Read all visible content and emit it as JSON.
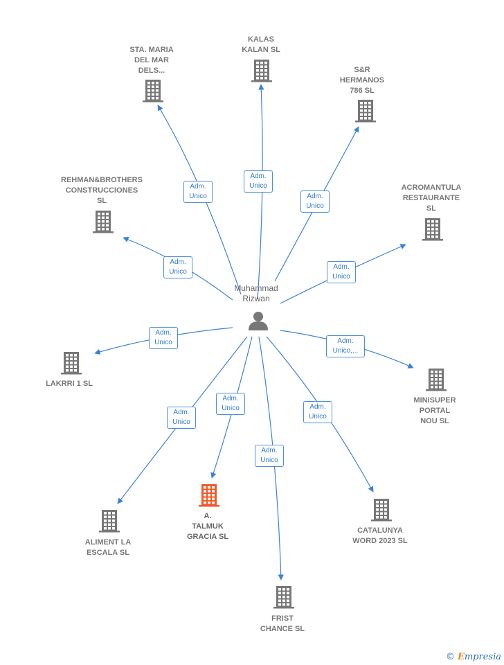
{
  "center": {
    "id": "person",
    "label": "Muhammad\nRizwan",
    "icon": "person-icon"
  },
  "nodes": [
    {
      "id": "kalas",
      "label": "KALAS\nKALAN  SL",
      "icon": "building-icon",
      "color": "#777777"
    },
    {
      "id": "stamaria",
      "label": "STA.  MARIA\nDEL MAR\nDELS...",
      "icon": "building-icon",
      "color": "#777777"
    },
    {
      "id": "sr",
      "label": "S&R\nHERMANOS\n786  SL",
      "icon": "building-icon",
      "color": "#777777"
    },
    {
      "id": "rehman",
      "label": "REHMAN&BROTHERS\nCONSTRUCCIONES\nSL",
      "icon": "building-icon",
      "color": "#777777"
    },
    {
      "id": "acromantula",
      "label": "ACROMANTULA\nRESTAURANTE\nSL",
      "icon": "building-icon",
      "color": "#777777"
    },
    {
      "id": "lakrri",
      "label": "LAKRRI 1  SL",
      "icon": "building-icon",
      "color": "#777777"
    },
    {
      "id": "minisuper",
      "label": "MINISUPER\nPORTAL\nNOU  SL",
      "icon": "building-icon",
      "color": "#777777"
    },
    {
      "id": "aliment",
      "label": "ALIMENT LA\nESCALA  SL",
      "icon": "building-icon",
      "color": "#777777"
    },
    {
      "id": "talmuk",
      "label": "A.\nTALMUK\nGRACIA  SL",
      "icon": "building-icon",
      "color": "#f05a28",
      "highlight": true
    },
    {
      "id": "catalunya",
      "label": "CATALUNYA\nWORD 2023  SL",
      "icon": "building-icon",
      "color": "#777777"
    },
    {
      "id": "frist",
      "label": "FRIST\nCHANCE  SL",
      "icon": "building-icon",
      "color": "#777777"
    }
  ],
  "edges": [
    {
      "to": "kalas",
      "label": "Adm.\nUnico"
    },
    {
      "to": "stamaria",
      "label": "Adm.\nUnico"
    },
    {
      "to": "sr",
      "label": "Adm.\nUnico"
    },
    {
      "to": "rehman",
      "label": "Adm.\nUnico"
    },
    {
      "to": "acromantula",
      "label": "Adm.\nUnico"
    },
    {
      "to": "lakrri",
      "label": "Adm.\nUnico"
    },
    {
      "to": "minisuper",
      "label": "Adm.\nUnico,..."
    },
    {
      "to": "aliment",
      "label": "Adm.\nUnico"
    },
    {
      "to": "talmuk",
      "label": "Adm.\nUnico"
    },
    {
      "to": "catalunya",
      "label": "Adm.\nUnico"
    },
    {
      "to": "frist",
      "label": "Adm.\nUnico"
    }
  ],
  "colors": {
    "edge": "#3b82d6",
    "node": "#777777",
    "highlight": "#f05a28"
  },
  "footer": {
    "copyright": "©",
    "brand_initial": "E",
    "brand_rest": "mpresia"
  }
}
